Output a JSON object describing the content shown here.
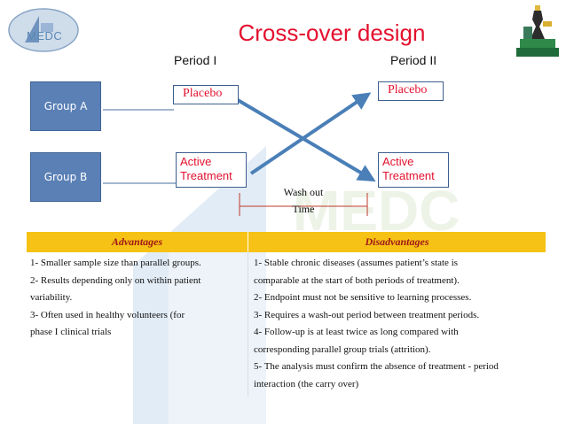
{
  "logo": {
    "text": "MEDC"
  },
  "title": "Cross-over design",
  "periods": {
    "first": "Period I",
    "second": "Period II"
  },
  "groups": {
    "a": "Group A",
    "b": "Group B"
  },
  "treatments": {
    "placebo_1": "Placebo",
    "placebo_2": "Placebo",
    "active_1_line1": "Active",
    "active_1_line2": "Treatment",
    "active_2_line1": "Active",
    "active_2_line2": "Treatment"
  },
  "washout": {
    "line1": "Wash out",
    "line2": "Time"
  },
  "table": {
    "headers": [
      "Advantages",
      "Disadvantages"
    ],
    "advantages": [
      "1- Smaller sample size than parallel groups.",
      "2- Results depending only on within patient",
      "variability.",
      "3- Often used in healthy volunteers (for",
      "phase I clinical trials"
    ],
    "disadvantages": [
      "1- Stable chronic diseases (assumes patient’s state is",
      "comparable at the start of both periods of treatment).",
      "2- Endpoint must not be sensitive to learning processes.",
      "3- Requires a wash-out period between treatment periods.",
      "4- Follow-up is at least twice as long compared with",
      "corresponding parallel group trials (attrition).",
      "5- The analysis must confirm the absence of treatment - period",
      "interaction (the carry over)"
    ]
  },
  "colors": {
    "title": "#e3102e",
    "group_fill": "#5a80b6",
    "arrow": "#4a7fb8",
    "header_fill": "#f6c215",
    "header_text": "#a01818"
  }
}
